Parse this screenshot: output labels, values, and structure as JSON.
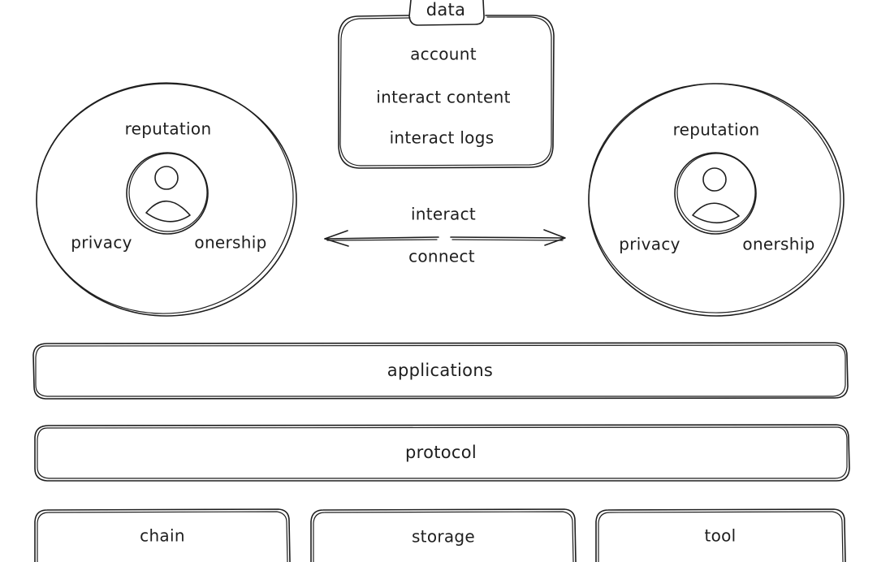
{
  "data_box": {
    "title": "data",
    "items": [
      "account",
      "interact content",
      "interact logs"
    ]
  },
  "left_user": {
    "top_label": "reputation",
    "left_label": "privacy",
    "right_label": "onership"
  },
  "right_user": {
    "top_label": "reputation",
    "left_label": "privacy",
    "right_label": "onership"
  },
  "link": {
    "top_label": "interact",
    "bottom_label": "connect"
  },
  "layers": {
    "applications": "applications",
    "protocol": "protocol",
    "base": [
      "chain",
      "storage",
      "tool"
    ]
  }
}
